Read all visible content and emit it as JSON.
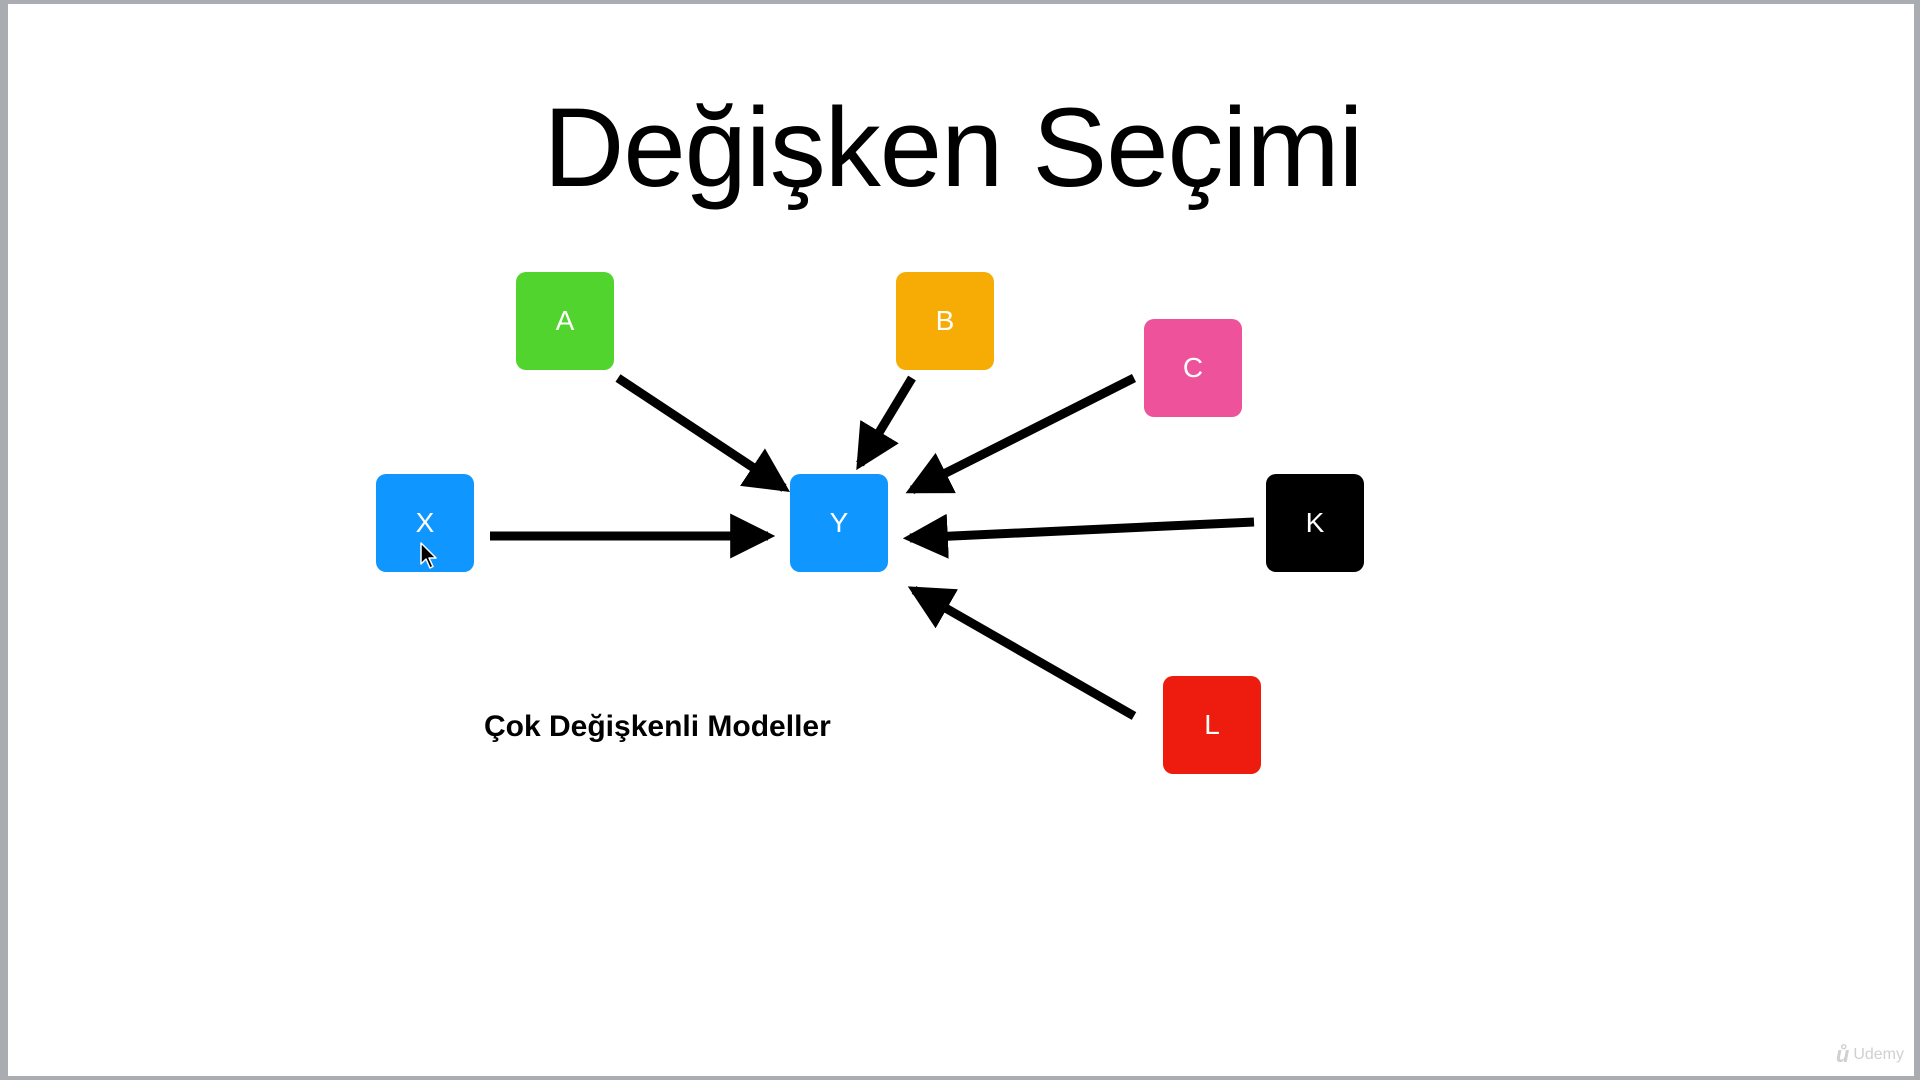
{
  "title": "Değişken Seçimi",
  "subtitle": "Çok Değişkenli Modeller",
  "nodes": {
    "a": {
      "label": "A",
      "color": "#52d42f"
    },
    "b": {
      "label": "B",
      "color": "#f6ac04"
    },
    "c": {
      "label": "C",
      "color": "#ee529b"
    },
    "x": {
      "label": "X",
      "color": "#0f96ff"
    },
    "y": {
      "label": "Y",
      "color": "#0f96ff"
    },
    "k": {
      "label": "K",
      "color": "#000000"
    },
    "l": {
      "label": "L",
      "color": "#ee1c0f"
    }
  },
  "edges": [
    {
      "from": "A",
      "to": "Y"
    },
    {
      "from": "B",
      "to": "Y"
    },
    {
      "from": "C",
      "to": "Y"
    },
    {
      "from": "X",
      "to": "Y"
    },
    {
      "from": "K",
      "to": "Y"
    },
    {
      "from": "L",
      "to": "Y"
    }
  ],
  "watermark": {
    "brand": "Udemy",
    "icon": "udemy-logo-icon"
  }
}
